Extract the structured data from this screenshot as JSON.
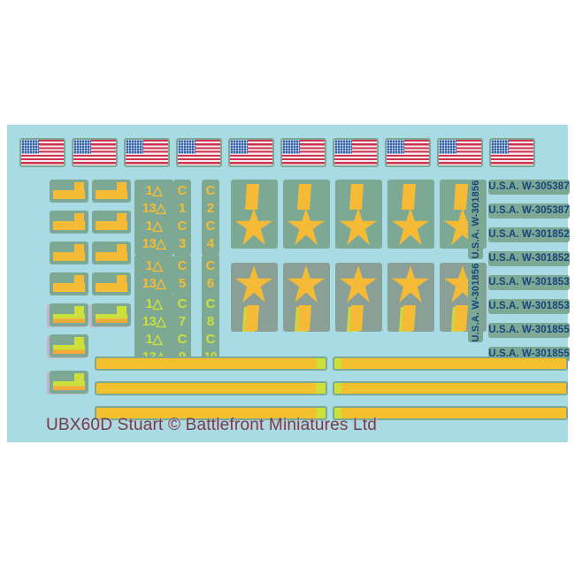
{
  "product": {
    "caption": "UBX60D Stuart © Battlefront Miniatures Ltd",
    "sheet_background": "#a8dbe4",
    "decal_film_color": "#7da893",
    "decal_yellow": "#f6bb36",
    "decal_blue_text": "#16457f",
    "page_background": "#ffffff"
  },
  "flags": {
    "label": "US flag decal",
    "count": 10,
    "stripe_red": "#cf3350",
    "stripe_white": "#f4eef0",
    "canton_blue": "#2f5fa8"
  },
  "rect_markings": {
    "label": "bumper rectangle marking",
    "columns": 2,
    "rows": 5,
    "extra_single": 1,
    "bottom_single": 1
  },
  "unit_markings": {
    "label": "1 / 13 triangle marking",
    "top_text": "1△",
    "bottom_text": "13△",
    "count": 5
  },
  "company_numbers": {
    "prefix": "C",
    "left_column": [
      "1",
      "3",
      "5",
      "7",
      "9"
    ],
    "right_column": [
      "2",
      "4",
      "6",
      "8",
      "10"
    ]
  },
  "stars": {
    "label": "allied star with bar",
    "top_row_count": 5,
    "bottom_row_count": 5
  },
  "vertical_serials": [
    "U.S.A. W-301856",
    "U.S.A. W-301856"
  ],
  "horizontal_serials": [
    "U.S.A. W-305387",
    "U.S.A. W-305387",
    "U.S.A. W-301852",
    "U.S.A. W-301852",
    "U.S.A. W-301853",
    "U.S.A. W-301853",
    "U.S.A. W-301855",
    "U.S.A. W-301855"
  ],
  "stripes": {
    "label": "long yellow stripe decal",
    "rows": 3,
    "per_row": 2
  }
}
